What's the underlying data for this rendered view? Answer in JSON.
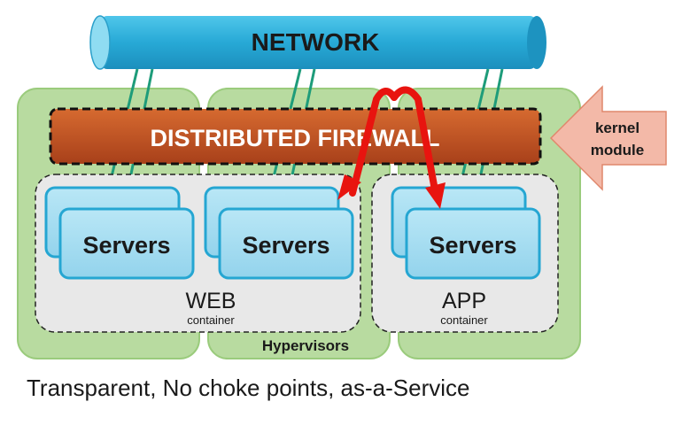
{
  "network": {
    "label": "NETWORK"
  },
  "firewall": {
    "label": "DISTRIBUTED FIREWALL"
  },
  "kernel_module": {
    "line1": "kernel",
    "line2": "module"
  },
  "web_container": {
    "title": "WEB",
    "subtitle": "container"
  },
  "app_container": {
    "title": "APP",
    "subtitle": "container"
  },
  "servers": {
    "web1": "Servers",
    "web2": "Servers",
    "app": "Servers"
  },
  "hypervisors": {
    "label": "Hypervisors"
  },
  "caption": {
    "text": "Transparent, No choke points, as-a-Service"
  },
  "colors": {
    "network": "#2bb0d8",
    "firewall": "#c2521e",
    "hypervisor": "#b8dba0",
    "server": "#a8dff2",
    "kernel_arrow": "#f3b9a8",
    "traffic_arrow": "#e8140f"
  }
}
